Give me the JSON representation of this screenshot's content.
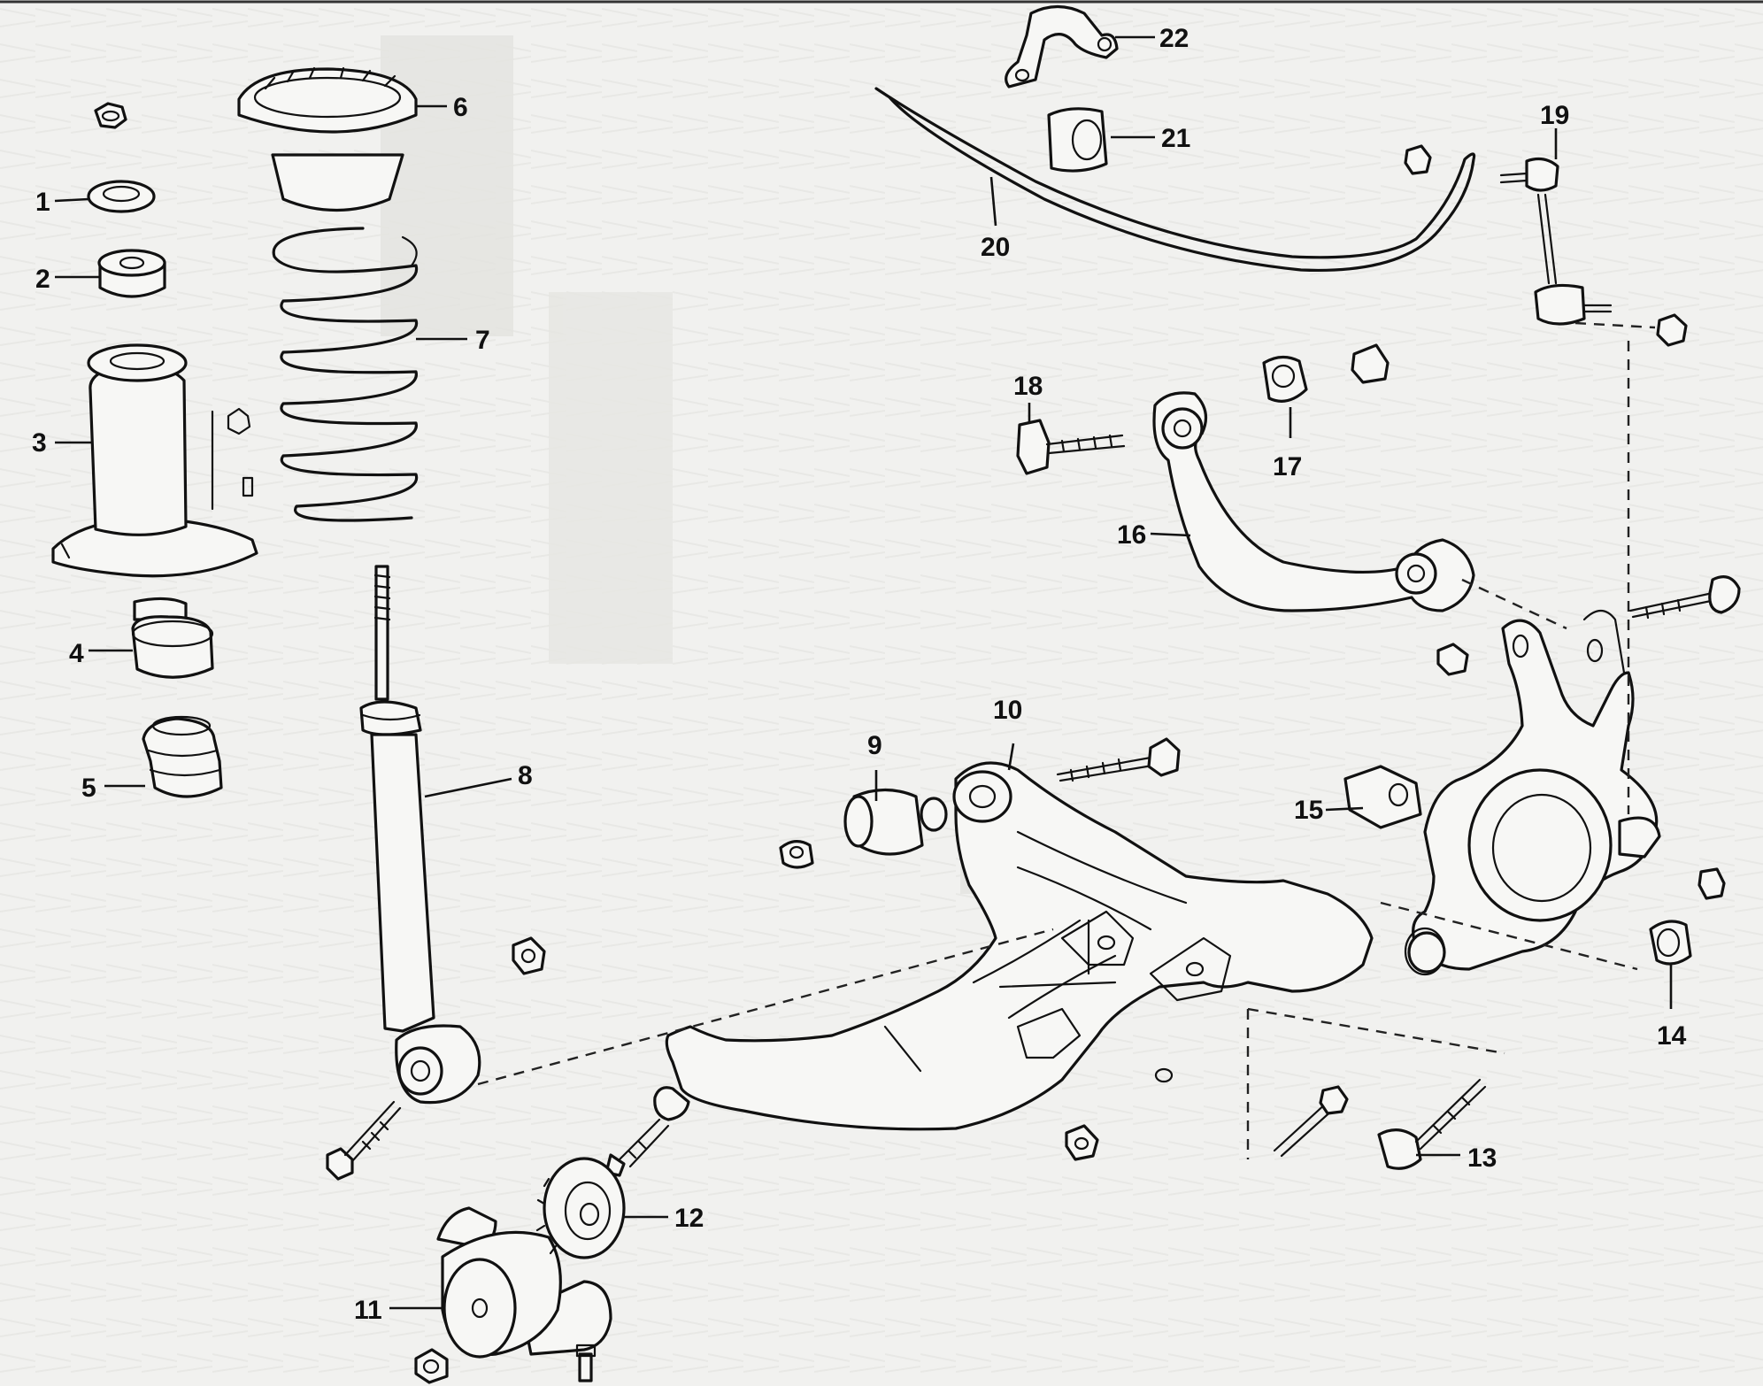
{
  "labels": {
    "p1": "1",
    "p2": "2",
    "p3": "3",
    "p4": "4",
    "p5": "5",
    "p6": "6",
    "p7": "7",
    "p8": "8",
    "p9": "9",
    "p10": "10",
    "p11": "11",
    "p12": "12",
    "p13": "13",
    "p14": "14",
    "p15": "15",
    "p16": "16",
    "p17": "17",
    "p18": "18",
    "p19": "19",
    "p20": "20",
    "p21": "21",
    "p22": "22"
  },
  "colors": {
    "paper": "#f1f1ef",
    "ink": "#111111"
  }
}
